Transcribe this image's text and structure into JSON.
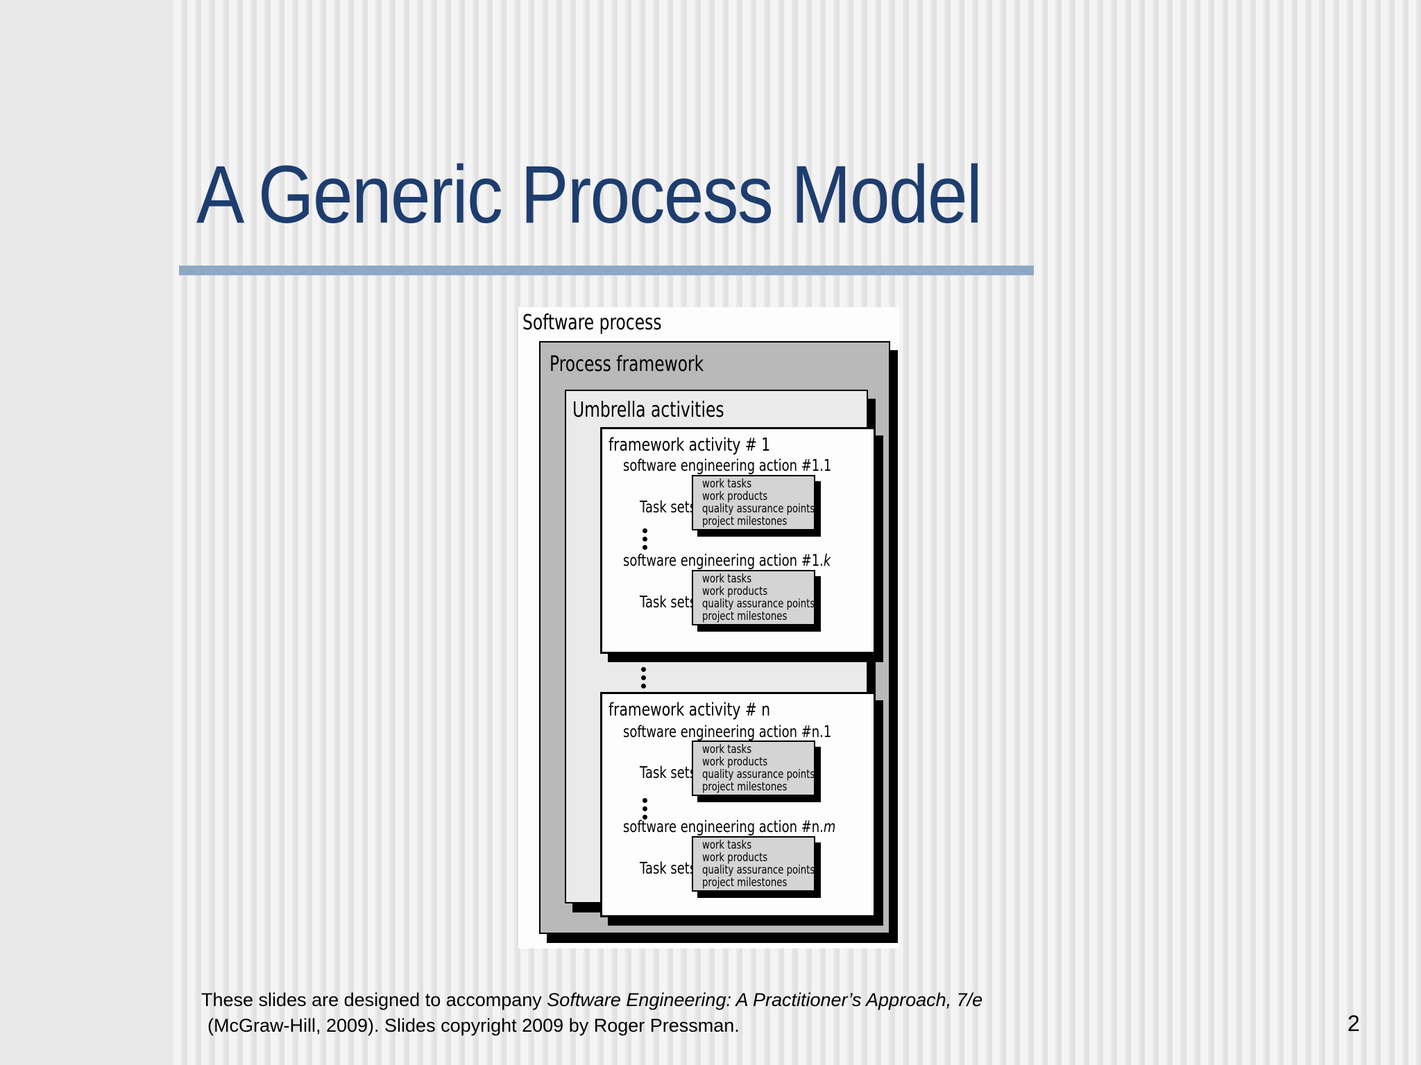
{
  "slide": {
    "title": "A Generic Process Model",
    "page_number": "2",
    "footer": {
      "line1_regular": "These slides are designed to accompany ",
      "line1_italic": "Software Engineering: A Practitioner’s Approach, 7/e",
      "line2": "(McGraw-Hill, 2009). Slides copyright 2009 by Roger Pressman."
    }
  },
  "diagram": {
    "panel_label": "Software process",
    "framework_label": "Process framework",
    "umbrella_label": "Umbrella activities",
    "task_sets_label": "Task sets",
    "task_lines": [
      "work tasks",
      "work products",
      "quality assurance points",
      "project milestones"
    ],
    "activities": [
      {
        "label": "framework activity # 1",
        "actions": [
          {
            "text": "software engineering action #1.1",
            "italic": ""
          },
          {
            "text": "software engineering action #1.",
            "italic": "k"
          }
        ]
      },
      {
        "label": "framework activity # n",
        "actions": [
          {
            "text": "software engineering action #n.1",
            "italic": ""
          },
          {
            "text": "software engineering action #n.",
            "italic": "m"
          }
        ]
      }
    ]
  },
  "colors": {
    "title_navy": "#1e3d6f",
    "rule_blue": "#8da9c4",
    "framework_gray": "#b9b9b9",
    "umbrella_gray": "#eaeaea",
    "task_gray": "#d4d4d4",
    "shadow_black": "#000000",
    "background_gray": "#e9e9e9"
  }
}
